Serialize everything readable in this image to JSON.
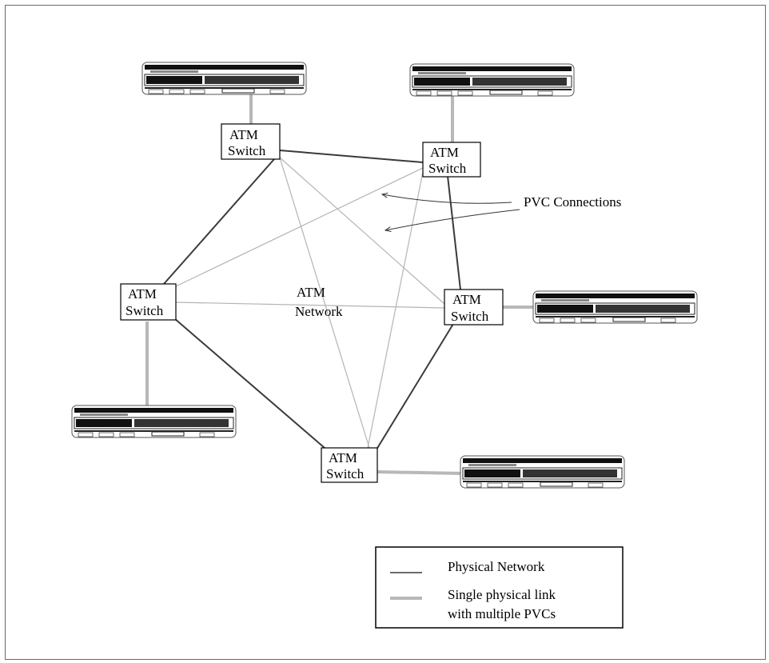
{
  "switches": [
    {
      "id": "sw-top-left",
      "line1": "ATM",
      "line2": "Switch"
    },
    {
      "id": "sw-top-right",
      "line1": "ATM",
      "line2": "Switch"
    },
    {
      "id": "sw-left",
      "line1": "ATM",
      "line2": "Switch"
    },
    {
      "id": "sw-right",
      "line1": "ATM",
      "line2": "Switch"
    },
    {
      "id": "sw-bottom",
      "line1": "ATM",
      "line2": "Switch"
    }
  ],
  "network_label": {
    "line1": "ATM",
    "line2": "Network"
  },
  "pvc_label": "PVC Connections",
  "legend": {
    "physical": "Physical Network",
    "multi_line1": "Single physical link",
    "multi_line2": "with multiple PVCs"
  },
  "colors": {
    "physical": "#3a3a3a",
    "pvc": "#b4b4b4",
    "access_link": "#b8b8b8",
    "device_dark": "#1a1a1a"
  }
}
